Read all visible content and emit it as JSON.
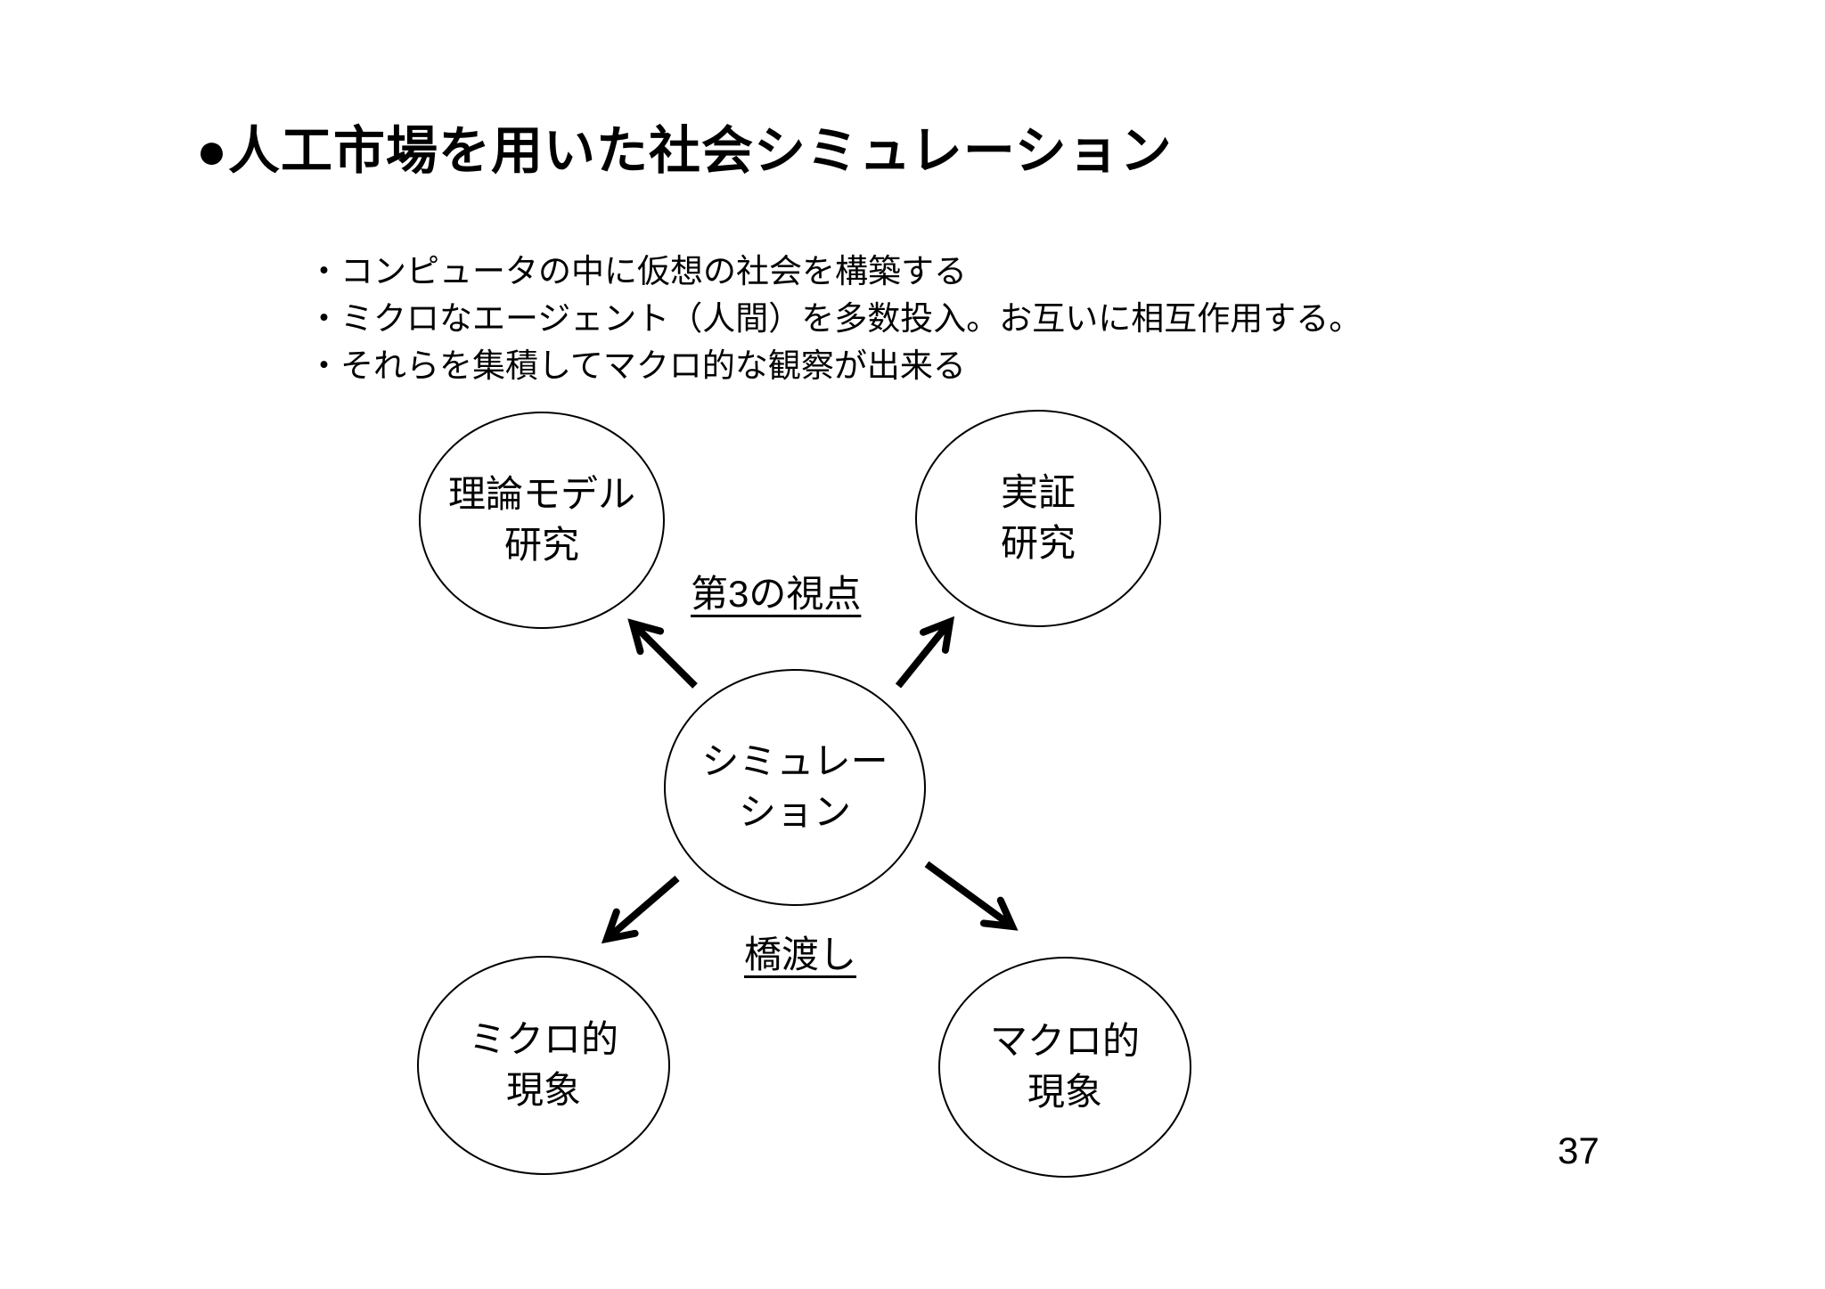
{
  "slide": {
    "title": "●人工市場を用いた社会シミュレーション",
    "bullets": [
      "・コンピュータの中に仮想の社会を構築する",
      "・ミクロなエージェント（人間）を多数投入。お互いに相互作用する。",
      "・それらを集積してマクロ的な観察が出来る"
    ],
    "page_number": "37"
  },
  "diagram": {
    "nodes": {
      "theory": "理論モデル\n研究",
      "empirical": "実証\n研究",
      "simulation": "シミュレー\nション",
      "micro": "ミクロ的\n現象",
      "macro": "マクロ的\n現象"
    },
    "labels": {
      "third_viewpoint": "第3の視点",
      "bridging": "橋渡し"
    }
  },
  "colors": {
    "background": "#ffffff",
    "text": "#000000",
    "stroke": "#000000"
  }
}
